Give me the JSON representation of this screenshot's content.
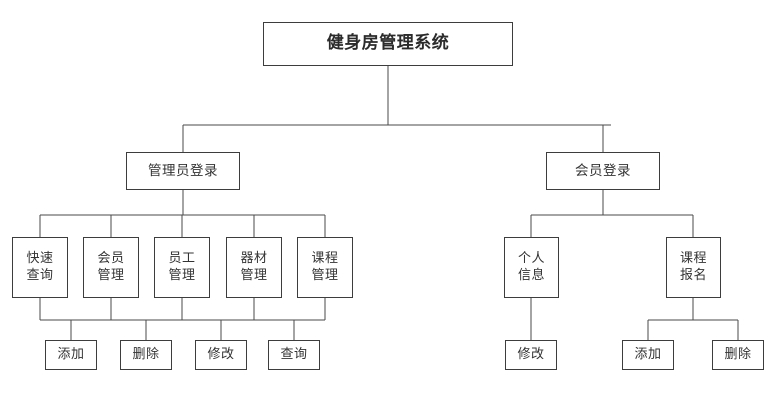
{
  "diagram": {
    "title": "健身房管理系统",
    "type": "tree",
    "orientation": "top-down",
    "line_color": "#4a4a4a",
    "box_border_color": "#3d3d3d",
    "background_color": "#ffffff",
    "text_color": "#333333"
  },
  "nodes": {
    "root": {
      "label": "健身房管理系统",
      "level": 1
    },
    "admin_login": {
      "label": "管理员登录",
      "level": 2
    },
    "member_login": {
      "label": "会员登录",
      "level": 2
    },
    "quick_query": {
      "label": "快速\n查询",
      "level": 3
    },
    "member_mgmt": {
      "label": "会员\n管理",
      "level": 3
    },
    "staff_mgmt": {
      "label": "员工\n管理",
      "level": 3
    },
    "equipment_mgmt": {
      "label": "器材\n管理",
      "level": 3
    },
    "course_mgmt": {
      "label": "课程\n管理",
      "level": 3
    },
    "personal_info": {
      "label": "个人\n信息",
      "level": 3
    },
    "course_signup": {
      "label": "课程\n报名",
      "level": 3
    },
    "admin_add": {
      "label": "添加",
      "level": 4
    },
    "admin_delete": {
      "label": "删除",
      "level": 4
    },
    "admin_modify": {
      "label": "修改",
      "level": 4
    },
    "admin_query": {
      "label": "查询",
      "level": 4
    },
    "member_modify": {
      "label": "修改",
      "level": 4
    },
    "member_add": {
      "label": "添加",
      "level": 4
    },
    "member_delete": {
      "label": "删除",
      "level": 4
    }
  },
  "hierarchy": {
    "健身房管理系统": [
      "管理员登录",
      "会员登录"
    ],
    "管理员登录": [
      "快速查询",
      "会员管理",
      "员工管理",
      "器材管理",
      "课程管理"
    ],
    "会员登录": [
      "个人信息",
      "课程报名"
    ],
    "管理员登录_actions": [
      "添加",
      "删除",
      "修改",
      "查询"
    ],
    "个人信息_actions": [
      "修改"
    ],
    "课程报名_actions": [
      "添加",
      "删除"
    ]
  }
}
